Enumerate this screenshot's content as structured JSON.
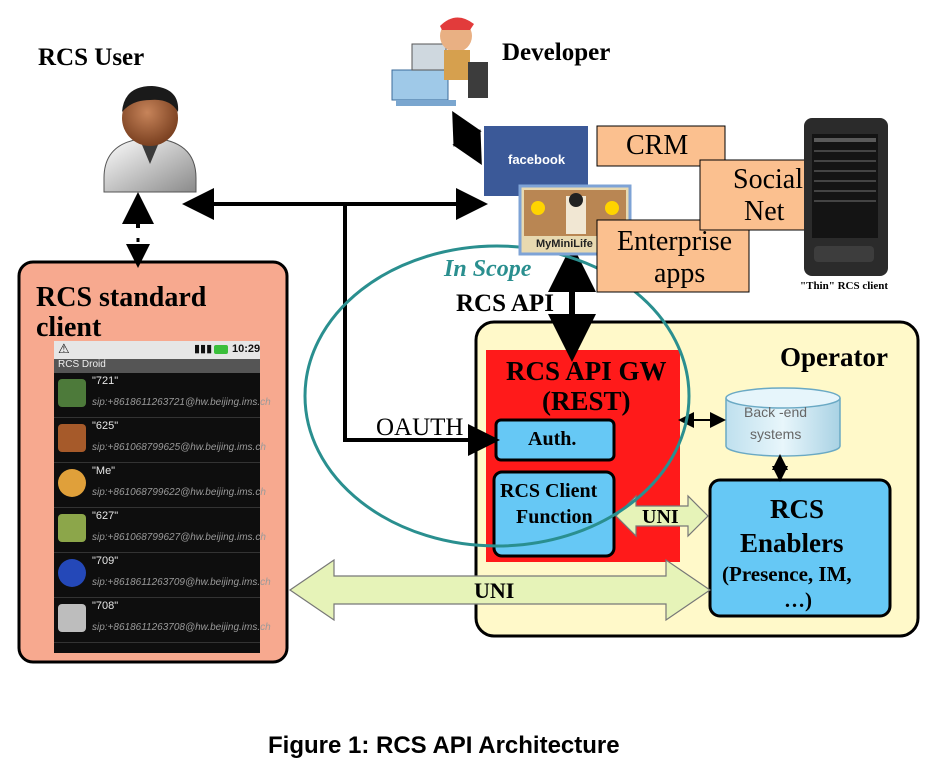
{
  "labels": {
    "rcs_user": "RCS User",
    "developer": "Developer",
    "facebook": "facebook",
    "crm": "CRM",
    "social_net_line1": "Social",
    "social_net_line2": "Net",
    "enterprise_line1": "Enterprise",
    "enterprise_line2": "apps",
    "thin_client": "\"Thin\" RCS client",
    "mymini_life": "MyMiniLife",
    "in_scope": "In Scope",
    "rcs_api": "RCS API",
    "operator": "Operator",
    "api_gw_line1": "RCS API GW",
    "api_gw_line2": "(REST)",
    "auth": "Auth.",
    "client_func_line1": "RCS Client",
    "client_func_line2": "Function",
    "uni_inner": "UNI",
    "uni_outer": "UNI",
    "backend_line1": "Back -end",
    "backend_line2": "systems",
    "enablers_line1": "RCS",
    "enablers_line2": "Enablers",
    "enablers_line3": "(Presence, IM,",
    "enablers_line4": "…)",
    "oauth": "OAUTH",
    "standard_client_line1": "RCS standard",
    "standard_client_line2": "client",
    "figure_caption": "Figure 1: RCS API Architecture"
  },
  "phone": {
    "app_title": "RCS Droid",
    "time": "10:29",
    "contacts": [
      {
        "name": "\"721\"",
        "sip": "sip:+8618611263721@hw.beijing.ims.ch"
      },
      {
        "name": "\"625\"",
        "sip": "sip:+861068799625@hw.beijing.ims.ch"
      },
      {
        "name": "\"Me\"",
        "sip": "sip:+861068799622@hw.beijing.ims.ch"
      },
      {
        "name": "\"627\"",
        "sip": "sip:+861068799627@hw.beijing.ims.ch"
      },
      {
        "name": "\"709\"",
        "sip": "sip:+8618611263709@hw.beijing.ims.ch"
      },
      {
        "name": "\"708\"",
        "sip": "sip:+8618611263708@hw.beijing.ims.ch"
      }
    ]
  },
  "colors": {
    "salmon_box": "#f7a98f",
    "operator_fill": "#fff9c9",
    "gw_red": "#ff1a1a",
    "light_blue": "#66c8f5",
    "orange_box": "#fbc08f",
    "uni_arrow": "#e6f3b8",
    "in_scope_teal": "#2a8f8f",
    "facebook_blue": "#3b5998"
  },
  "icons": [
    "user-icon",
    "developer-icon",
    "phone-icon",
    "facebook-logo",
    "mymini-life-icon",
    "database-icon"
  ]
}
